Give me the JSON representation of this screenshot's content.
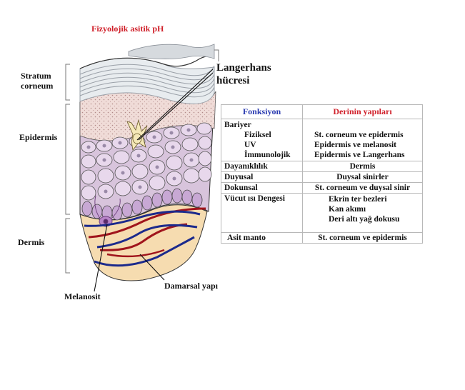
{
  "title": "Fizyolojik asitik pH",
  "labels": {
    "stratum_corneum": [
      "Stratum",
      "corneum"
    ],
    "epidermis": "Epidermis",
    "dermis": "Dermis",
    "langerhans": [
      "Langerhans",
      "hücresi"
    ],
    "melanosit": "Melanosit",
    "damarsal": "Damarsal yapı"
  },
  "table": {
    "headers": [
      "Fonksiyon",
      "Derinin yapıları"
    ],
    "rows": [
      {
        "left": [
          "Bariyer",
          "Fiziksel",
          "UV",
          "İmmunolojik"
        ],
        "right": [
          "",
          "St. corneum ve epidermis",
          "Epidermis ve melanosit",
          "Epidermis ve Langerhans"
        ]
      },
      {
        "left": [
          "Dayanıklılık"
        ],
        "right": [
          "Dermis"
        ]
      },
      {
        "left": [
          "Duyusal"
        ],
        "right": [
          "Duysal sinirler"
        ]
      },
      {
        "left": [
          "Dokunsal"
        ],
        "right": [
          "St. corneum ve duysal sinir"
        ]
      },
      {
        "left": [
          "Vücut ısı Dengesi"
        ],
        "right": [
          "Ekrin ter bezleri",
          "Kan akımı",
          "Deri altı yağ dokusu"
        ]
      },
      {
        "left": [
          "Asit manto"
        ],
        "right": [
          "St. corneum ve epidermis"
        ]
      }
    ]
  },
  "colors": {
    "title": "#d0202a",
    "fonksiyon_header": "#2a3bb0",
    "yapilar_header": "#d0202a",
    "artery": "#a0151c",
    "vein": "#1c2a8c",
    "cell_fill": "#e8d8ec",
    "dermis_fill": "#f6dcb0"
  }
}
